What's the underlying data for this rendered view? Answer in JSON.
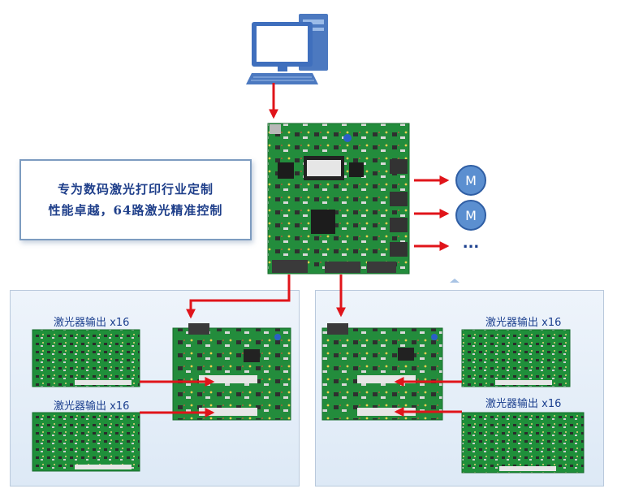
{
  "callout": {
    "line1": "专为数码激光打印行业定制",
    "line2": "性能卓越，64路激光精准控制"
  },
  "motors": {
    "label_1": "M",
    "label_2": "M",
    "more": "..."
  },
  "left_panel": {
    "label_top": "激光器输出 x16",
    "label_bottom": "激光器输出 x16"
  },
  "right_panel": {
    "label_top": "激光器输出 x16",
    "label_bottom": "激光器输出 x16"
  },
  "colors": {
    "arrow": "#e0141a",
    "pcb": "#1f8f3a",
    "motor": "#5b8fd0",
    "text": "#1b3f8e"
  }
}
